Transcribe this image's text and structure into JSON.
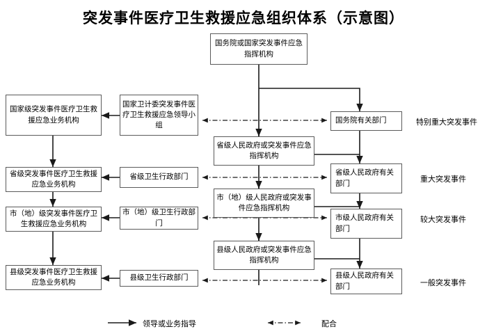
{
  "title": "突发事件医疗卫生救援应急组织体系（示意图）",
  "nodes": {
    "top_command": "国务院或国家突发事件应急指挥机构",
    "national_business": "国家级突发事件医疗卫生救援应急业务机构",
    "national_leadgroup": "国家卫计委突发事件医疗卫生救援应急领导小组",
    "state_council_depts": "国务院有关部门",
    "province_business": "省级突发事件医疗卫生救援应急业务机构",
    "province_health_admin": "省级卫生行政部门",
    "province_command": "省级人民政府或突发事件应急指挥机构",
    "province_gov_depts": "省级人民政府有关部门",
    "city_business": "市（地）级突发事件医疗卫生救援应急业务机构",
    "city_health_admin": "市（地）级卫生行政部门",
    "city_command": "市（地）级人民政府或突发事件应急指挥机构",
    "city_gov_depts": "市级人民政府有关部门",
    "county_business": "县级突发事件医疗卫生救援应急业务机构",
    "county_health_admin": "县级卫生行政部门",
    "county_command": "县级人民政府或突发事件应急指挥机构",
    "county_gov_depts": "县级人民政府有关部门"
  },
  "event_levels": {
    "l1": "特别重大突发事件",
    "l2": "重大突发事件",
    "l3": "较大突发事件",
    "l4": "一般突发事件"
  },
  "legend": {
    "solid_label": "领导或业务指导",
    "dashed_label": "配合"
  },
  "colors": {
    "box_border": "#5a5a5a",
    "line": "#1a1a1a",
    "background": "#ffffff",
    "text": "#000000"
  }
}
